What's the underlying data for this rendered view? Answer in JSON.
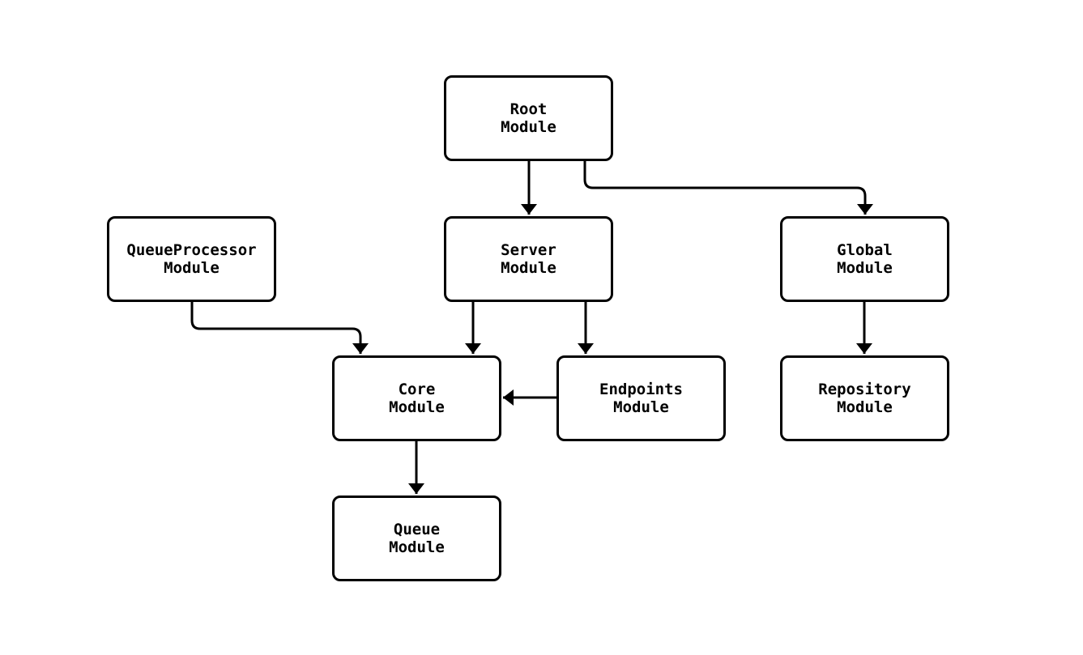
{
  "diagram": {
    "type": "module-dependency-graph",
    "colors": {
      "stroke": "#000000",
      "node_fill": "#ffffff",
      "background": "#ffffff",
      "text": "#000000"
    },
    "nodes": {
      "root": {
        "label": "Root\nModule"
      },
      "queueprocessor": {
        "label": "QueueProcessor\nModule"
      },
      "server": {
        "label": "Server\nModule"
      },
      "global": {
        "label": "Global\nModule"
      },
      "core": {
        "label": "Core\nModule"
      },
      "endpoints": {
        "label": "Endpoints\nModule"
      },
      "repository": {
        "label": "Repository\nModule"
      },
      "queue": {
        "label": "Queue\nModule"
      }
    },
    "edges": [
      {
        "from": "Root Module",
        "to": "Server Module"
      },
      {
        "from": "Root Module",
        "to": "Global Module"
      },
      {
        "from": "QueueProcessor Module",
        "to": "Core Module"
      },
      {
        "from": "Server Module",
        "to": "Core Module"
      },
      {
        "from": "Server Module",
        "to": "Endpoints Module"
      },
      {
        "from": "Endpoints Module",
        "to": "Core Module"
      },
      {
        "from": "Global Module",
        "to": "Repository Module"
      },
      {
        "from": "Core Module",
        "to": "Queue Module"
      }
    ]
  }
}
